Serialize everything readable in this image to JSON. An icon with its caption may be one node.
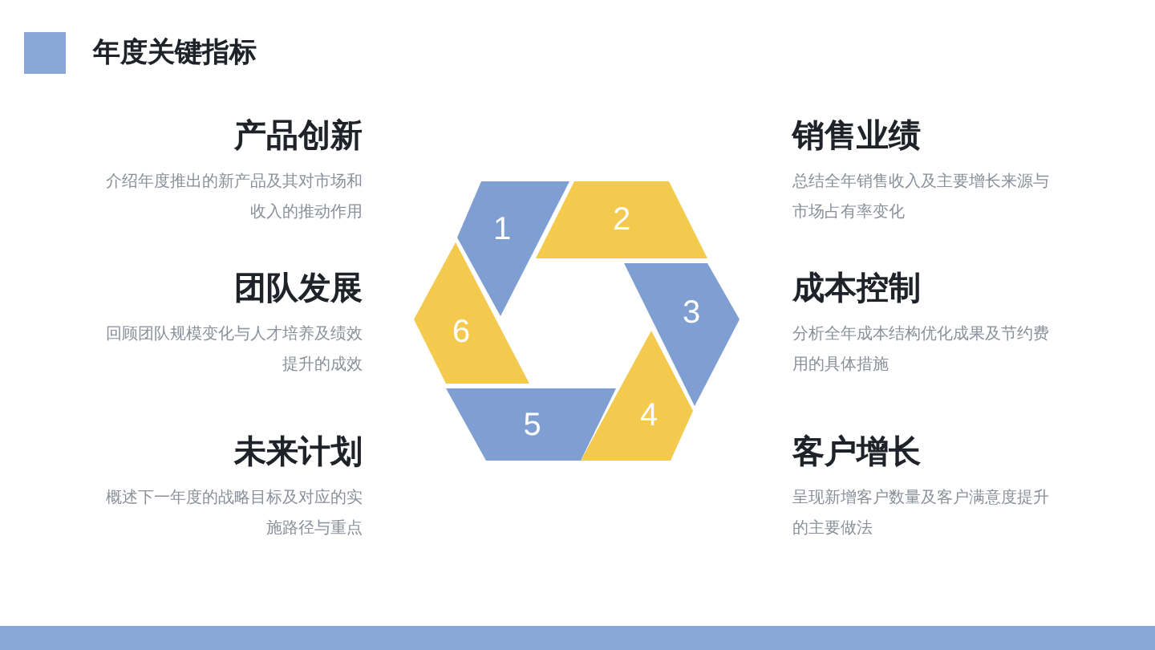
{
  "diagram": {
    "title": "年度关键指标",
    "nodes": [
      {
        "text": [
          "1"
        ]
      },
      {
        "text": [
          "2"
        ]
      },
      {
        "text": [
          "3"
        ]
      },
      {
        "text": [
          "4"
        ]
      },
      {
        "text": [
          "5"
        ]
      },
      {
        "text": [
          "6"
        ]
      }
    ],
    "labels": [
      "产品创新",
      "介绍年度推出的新产品及其对市场和收入的推动作用",
      "销售业绩",
      "总结全年销售收入及主要增长来源与市场占有率变化",
      "团队发展",
      "回顾团队规模变化与人才培养及绩效提升的成效",
      "成本控制",
      "分析全年成本结构优化成果及节约费用的具体措施",
      "未来计划",
      "概述下一年度的战略目标及对应的实施路径与重点",
      "客户增长",
      "呈现新增客户数量及客户满意度提升的主要做法"
    ]
  }
}
